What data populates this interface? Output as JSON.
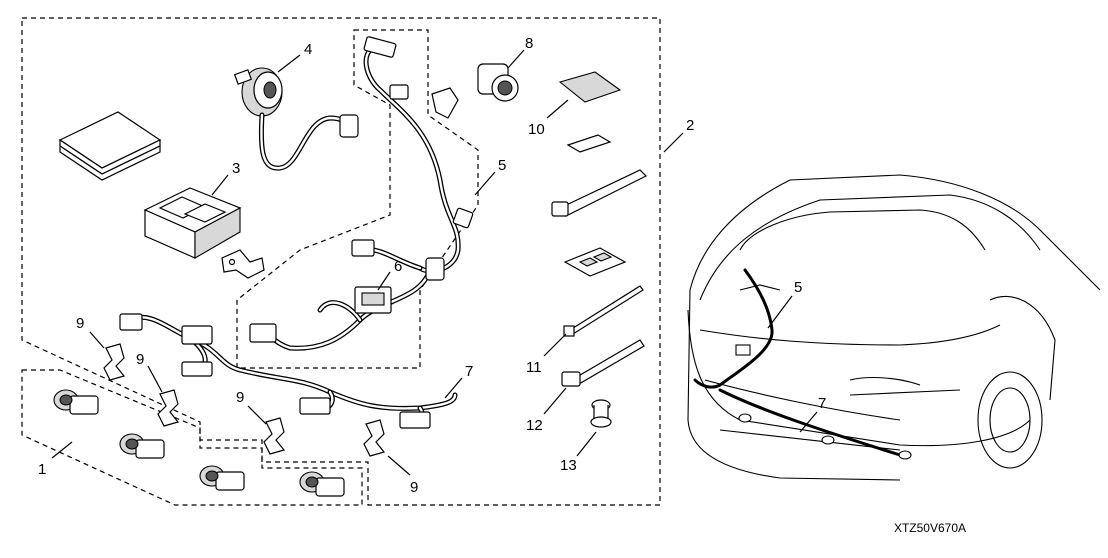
{
  "diagram": {
    "callouts": [
      {
        "id": "c1",
        "label": "1"
      },
      {
        "id": "c2",
        "label": "2"
      },
      {
        "id": "c3",
        "label": "3"
      },
      {
        "id": "c4",
        "label": "4"
      },
      {
        "id": "c5",
        "label": "5"
      },
      {
        "id": "c6",
        "label": "6"
      },
      {
        "id": "c7",
        "label": "7"
      },
      {
        "id": "c8",
        "label": "8"
      },
      {
        "id": "c9a",
        "label": "9"
      },
      {
        "id": "c9b",
        "label": "9"
      },
      {
        "id": "c9c",
        "label": "9"
      },
      {
        "id": "c9d",
        "label": "9"
      },
      {
        "id": "c10",
        "label": "10"
      },
      {
        "id": "c11",
        "label": "11"
      },
      {
        "id": "c12",
        "label": "12"
      },
      {
        "id": "c13",
        "label": "13"
      },
      {
        "id": "c5v",
        "label": "5"
      },
      {
        "id": "c7v",
        "label": "7"
      }
    ],
    "figure_code": "XTZ50V670A"
  }
}
